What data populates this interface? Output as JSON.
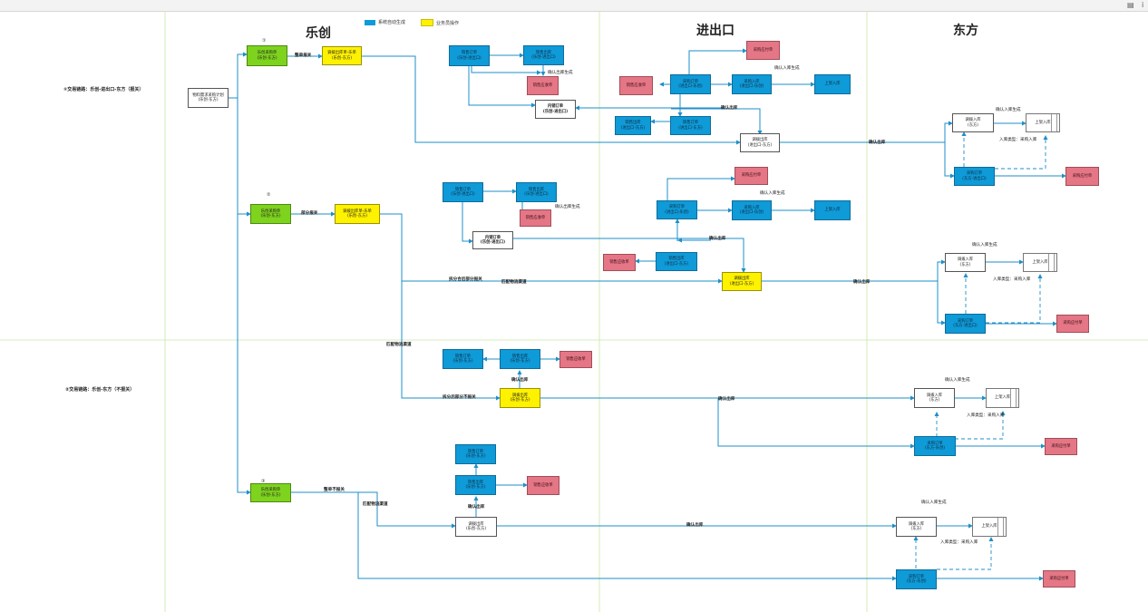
{
  "toolbar": {
    "icon1": "grid-icon",
    "icon2": "info-icon",
    "icon1_glyph": "▤",
    "icon2_glyph": "ⅰ"
  },
  "lanes": {
    "lechuang": "乐创",
    "jinchukou": "进出口",
    "dongfang": "东方"
  },
  "legend": {
    "auto": {
      "label": "系统自动生成",
      "color": "#0f9ad8"
    },
    "manual": {
      "label": "业务员操作",
      "color": "#fff200"
    }
  },
  "rows": {
    "row1": "①交易链路：乐创-进出口-东方（报关）",
    "row2": "②交易链路：乐创-东方（不报关）"
  },
  "nodes": {
    "plan": "物料需求采购计划\n(乐创-东方)",
    "po1": "乐创采购单\n(乐创-东方)",
    "po2": "乐创采购单\n(乐创-东方)",
    "po3": "乐创采购单\n(乐创-东方)",
    "fix1": "调拨出库单-乐单\n(乐创-东方)",
    "fix2": "调拨出库单-乐单\n(乐创-东方)",
    "a_so": "销售订单\n(乐创-进出口)",
    "a_out": "销售出库\n(乐创-进出口)",
    "a_ar": "销售应收单",
    "a_inner": "内销订单\n(乐创-进出口)",
    "b_pr": "采购应付单",
    "b_po": "采购订单\n(进出口-乐创)",
    "b_in": "采购入库\n(进出口-乐创)",
    "b_shelf": "上架入库",
    "b_ar": "销售应收单",
    "b_out": "销售出库\n(进出口-东方)",
    "b_so": "销售订单\n(进出口-东方)",
    "b_tr": "调拨出库\n(进出口-东方)",
    "c_tin": "调拨入库\n(东方)",
    "c_shelf": "上架入库",
    "c_po": "采购订单\n(东方-进出口)",
    "c_pr": "采购应付单",
    "d_so": "销售订单\n(乐创-进出口)",
    "d_out": "销售出库\n(乐创-进出口)",
    "d_ar": "销售应收单",
    "d_inner": "内销订单\n(乐创-进出口)",
    "e_pr": "采购应付单",
    "e_po": "采购订单\n(进出口-乐创)",
    "e_in": "采购入库\n(进出口-乐创)",
    "e_shelf": "上架入库",
    "e_ar": "销售应收单",
    "e_out": "销售出库\n(进出口-东方)",
    "e_tr": "调拨出库\n(进出口-东方)",
    "f_tin": "调拨入库\n(东方)",
    "f_shelf": "上架入库",
    "f_po": "采购订单\n(东方-进出口)",
    "f_pr": "采购应付单",
    "g_so": "销售订单\n(乐创-东方)",
    "g_out": "销售出库\n(乐创-东方)",
    "g_ar": "销售应收单",
    "g_tr": "调拨出库\n(乐创-东方)",
    "h_tin": "调拨入库\n(东方)",
    "h_shelf": "上架入库",
    "h_po": "采购订单\n(东方-乐创)",
    "h_pr": "采购应付单",
    "i_so": "销售订单\n(乐创-东方)",
    "i_out": "销售出库\n(乐创-东方)",
    "i_ar": "销售应收单",
    "i_tr": "调拨出库\n(乐创-东方)",
    "j_tin": "调拨入库\n(东方)",
    "j_shelf": "上架入库",
    "j_po": "采购订单\n(东方-乐创)",
    "j_pr": "采购应付单"
  },
  "labels": {
    "l1": "整单报关",
    "l2": "部分报关",
    "l3": "整单不报关",
    "l4": "确认出库生成",
    "l5": "确认入库生成",
    "l6": "确认出库",
    "l7": "确认入库生成",
    "l8": "入库类型：采购入库",
    "l9": "确认出库生成",
    "l10": "确认入库生成",
    "l11": "确认出库",
    "l12": "确认入库生成",
    "l13": "入库类型：采购入库",
    "l14": "拆分合后部分报关",
    "l15": "匹配物流渠道",
    "l16": "匹配物流渠道",
    "l17": "确认出库",
    "l18": "拆分后部分不报关",
    "l19": "确认出库",
    "l20": "确认入库生成",
    "l21": "入库类型：采购入库",
    "l22": "匹配物流渠道",
    "l23": "确认出库",
    "l24": "确认出库",
    "l25": "确认入库生成",
    "l26": "入库类型：采购入库",
    "n1": "①",
    "n2": "②",
    "n3": "③"
  }
}
